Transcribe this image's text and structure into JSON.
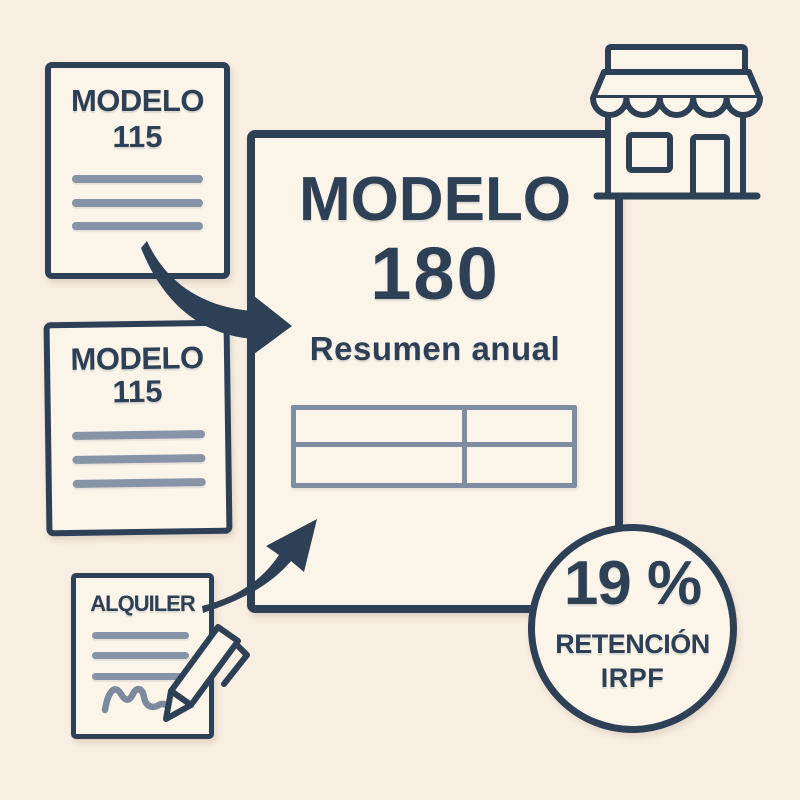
{
  "palette": {
    "background": "#f8eee1",
    "paper": "#fbf4e9",
    "ink": "#2e4056",
    "muted_line": "#8793a6",
    "table_line": "#7f8da3",
    "signature": "#7d899c"
  },
  "doc_115_top": {
    "title": "MODELO",
    "number": "115"
  },
  "doc_115_bottom": {
    "title": "MODELO",
    "number": "115"
  },
  "doc_180": {
    "title": "MODELO",
    "number": "180",
    "subtitle": "Resumen anual"
  },
  "rental_doc": {
    "title": "ALQUILER"
  },
  "retention_badge": {
    "value": "19 %",
    "label_line1": "RETENCIÓN",
    "label_line2": "IRPF"
  },
  "icons": {
    "store": "store-icon",
    "pen": "pen-icon",
    "signature": "signature-squiggle-icon",
    "arrow_top": "curved-arrow-right-icon",
    "arrow_bottom": "curved-arrow-up-right-icon"
  }
}
